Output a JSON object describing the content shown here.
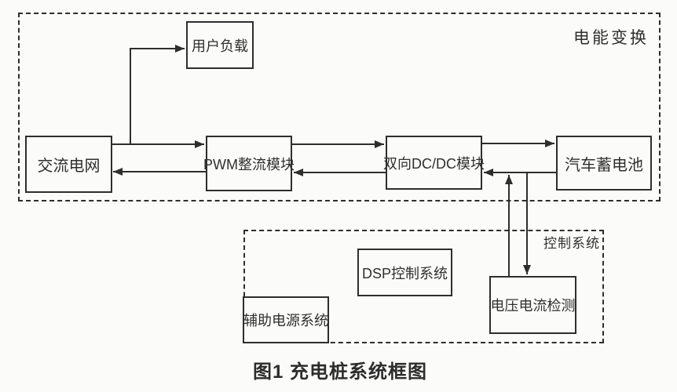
{
  "figure": {
    "caption": "图1  充电桩系统框图"
  },
  "groups": {
    "power_conversion": {
      "label": "电能变换"
    },
    "control_system": {
      "label": "控制系统"
    }
  },
  "nodes": {
    "user_load": {
      "label": "用户负载"
    },
    "ac_grid": {
      "label": "交流电网"
    },
    "pwm_rectifier": {
      "label": "PWM整流模块"
    },
    "bidirectional_dcdc": {
      "label": "双向DC/DC模块"
    },
    "ev_battery": {
      "label": "汽车蓄电池"
    },
    "dsp_control": {
      "label": "DSP控制系统"
    },
    "aux_power": {
      "label": "辅助电源系统"
    },
    "voltage_current_detect": {
      "label": "电压电流检测"
    }
  },
  "edges": [
    {
      "from": "ac_grid",
      "to": "pwm_rectifier",
      "style": "arrow-right"
    },
    {
      "from": "pwm_rectifier",
      "to": "ac_grid",
      "style": "arrow-left"
    },
    {
      "from": "ac_grid_pwm_line",
      "to": "user_load",
      "style": "arrow-up-then-right"
    },
    {
      "from": "pwm_rectifier",
      "to": "bidirectional_dcdc",
      "style": "arrow-right"
    },
    {
      "from": "bidirectional_dcdc",
      "to": "pwm_rectifier",
      "style": "arrow-left"
    },
    {
      "from": "bidirectional_dcdc",
      "to": "ev_battery",
      "style": "arrow-right"
    },
    {
      "from": "ev_battery",
      "to": "bidirectional_dcdc",
      "style": "arrow-left"
    },
    {
      "from": "voltage_current_detect",
      "to": "dcdc_battery_line",
      "style": "arrow-up"
    },
    {
      "from": "dcdc_battery_line",
      "to": "voltage_current_detect",
      "style": "arrow-down"
    }
  ],
  "colors": {
    "line": "#2e2e2e",
    "text": "#2f2f2f",
    "canvas": "#fbfbfa"
  }
}
